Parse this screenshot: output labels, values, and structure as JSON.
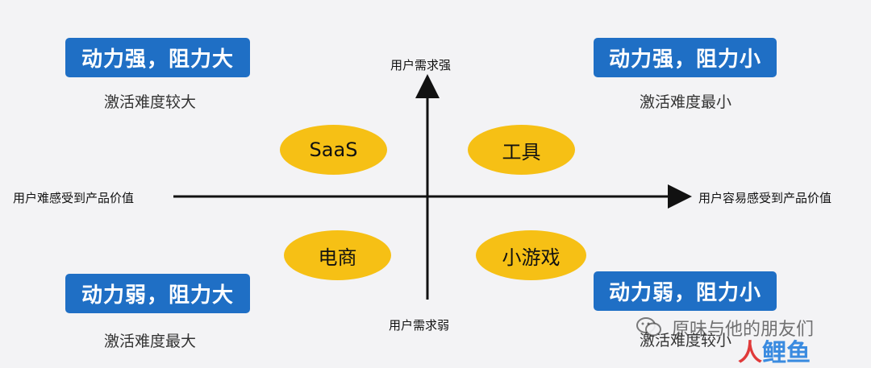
{
  "axes": {
    "top": "用户需求强",
    "bottom": "用户需求弱",
    "left": "用户难感受到产品价值",
    "right": "用户容易感受到产品价值"
  },
  "quadrants": {
    "top_left": {
      "title": "动力强，阻力大",
      "desc": "激活难度较大"
    },
    "top_right": {
      "title": "动力强，阻力小",
      "desc": "激活难度最小"
    },
    "bottom_left": {
      "title": "动力弱，阻力大",
      "desc": "激活难度最大"
    },
    "bottom_right": {
      "title": "动力弱，阻力小",
      "desc": "激活难度较小"
    }
  },
  "categories": {
    "top_left": "SaaS",
    "top_right": "工具",
    "bottom_left": "电商",
    "bottom_right": "小游戏"
  },
  "watermark": {
    "text": "原味与他的朋友们",
    "logo_part1": "人",
    "logo_part2": "鲤鱼"
  },
  "colors": {
    "box_blue": "#1f6fc5",
    "ellipse_yellow": "#f6c015",
    "background": "#f3f3f5"
  }
}
